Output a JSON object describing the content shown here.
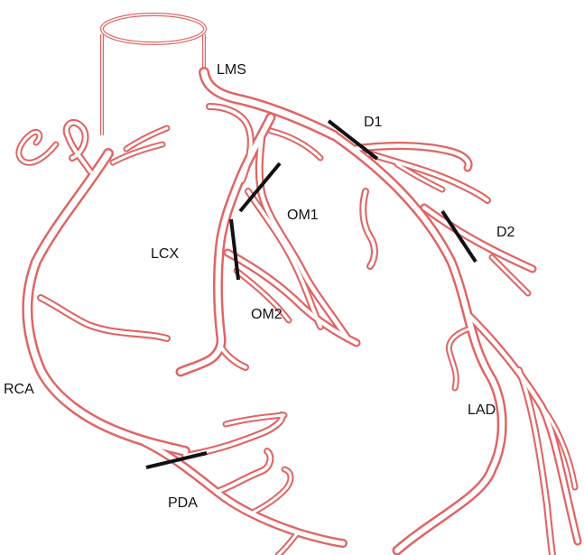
{
  "colors": {
    "vessel": "#e06565",
    "marker": "#111111",
    "background": "#ffffff"
  },
  "labels": {
    "lms": "LMS",
    "d1": "D1",
    "om1": "OM1",
    "d2": "D2",
    "lcx": "LCX",
    "om2": "OM2",
    "rca": "RCA",
    "lad": "LAD",
    "pda": "PDA"
  }
}
